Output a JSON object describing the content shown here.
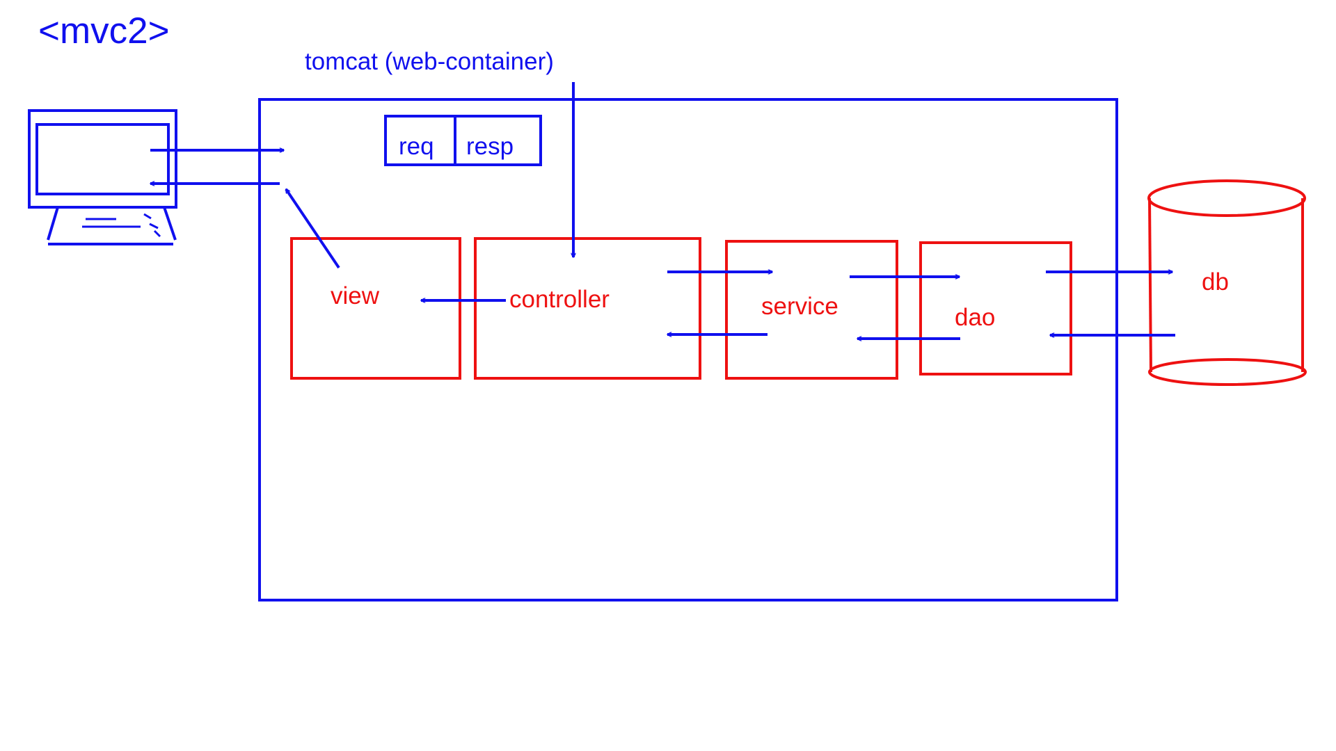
{
  "title": "<mvc2>",
  "container_label": "tomcat (web-container)",
  "request_label": "req",
  "response_label": "resp",
  "nodes": {
    "view": "view",
    "controller": "controller",
    "service": "service",
    "dao": "dao",
    "db": "db"
  },
  "colors": {
    "container": "#1010ee",
    "component": "#ee1111",
    "arrow": "#1010ee"
  },
  "icons": {
    "client": "desktop-computer-icon",
    "database": "database-cylinder-icon"
  }
}
